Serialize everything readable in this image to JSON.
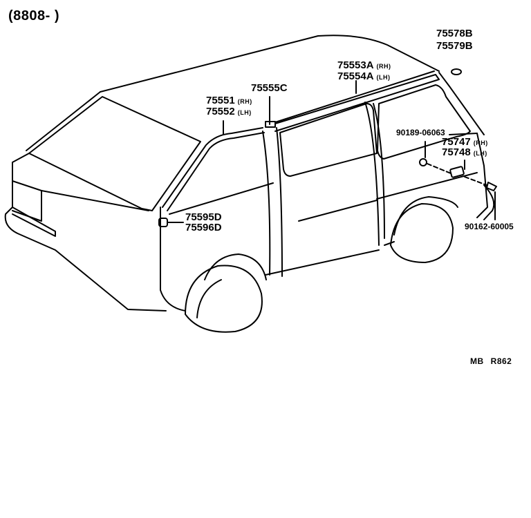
{
  "diagram": {
    "date_code": "(8808-       )",
    "parts": {
      "p75578B": "75578B",
      "p75579B": "75579B",
      "p75553A": "75553A",
      "p75554A": "75554A",
      "p75555C": "75555C",
      "p75551": "75551",
      "p75552": "75552",
      "p90189": "90189-06063",
      "p75747": "75747",
      "p75748": "75748",
      "p75595D": "75595D",
      "p75596D": "75596D",
      "p90162": "90162-60005"
    },
    "sides": {
      "rh": "(RH)",
      "lh": "(LH)"
    },
    "reference": {
      "code": "MB",
      "number": "R862"
    }
  }
}
